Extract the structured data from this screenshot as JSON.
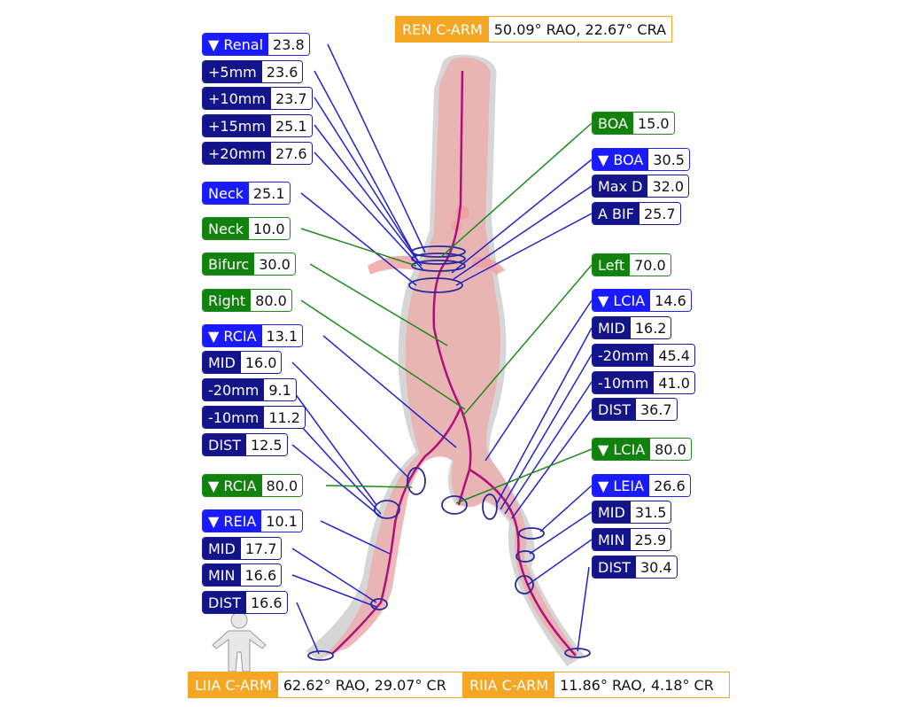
{
  "top_carm": {
    "label": "REN C-ARM",
    "value": "50.09° RAO, 22.67° CRA"
  },
  "bottom_left_carm": {
    "label": "LIIA C-ARM",
    "value": "62.62° RAO, 29.07° CR"
  },
  "bottom_right_carm": {
    "label": "RIIA C-ARM",
    "value": "11.86° RAO, 4.18° CR"
  },
  "left": {
    "renal": {
      "label": "▼ Renal",
      "value": "23.8"
    },
    "p5": {
      "label": "+5mm",
      "value": "23.6"
    },
    "p10": {
      "label": "+10mm",
      "value": "23.7"
    },
    "p15": {
      "label": "+15mm",
      "value": "25.1"
    },
    "p20": {
      "label": "+20mm",
      "value": "27.6"
    },
    "neck_d": {
      "label": "Neck",
      "value": "25.1"
    },
    "neck_l": {
      "label": "Neck",
      "value": "10.0"
    },
    "bifurc": {
      "label": "Bifurc",
      "value": "30.0"
    },
    "right": {
      "label": "Right",
      "value": "80.0"
    },
    "rcia": {
      "label": "▼ RCIA",
      "value": "13.1"
    },
    "rcia_mid": {
      "label": "MID",
      "value": "16.0"
    },
    "rcia_m20": {
      "label": "-20mm",
      "value": "9.1"
    },
    "rcia_m10": {
      "label": "-10mm",
      "value": "11.2"
    },
    "rcia_dist": {
      "label": "DIST",
      "value": "12.5"
    },
    "rcia_len": {
      "label": "▼ RCIA",
      "value": "80.0"
    },
    "reia": {
      "label": "▼ REIA",
      "value": "10.1"
    },
    "reia_mid": {
      "label": "MID",
      "value": "17.7"
    },
    "reia_min": {
      "label": "MIN",
      "value": "16.6"
    },
    "reia_dist": {
      "label": "DIST",
      "value": "16.6"
    }
  },
  "right": {
    "boa_l": {
      "label": "BOA",
      "value": "15.0"
    },
    "boa_d": {
      "label": "▼ BOA",
      "value": "30.5"
    },
    "maxd": {
      "label": "Max D",
      "value": "32.0"
    },
    "abif": {
      "label": "A BIF",
      "value": "25.7"
    },
    "left_len": {
      "label": "Left",
      "value": "70.0"
    },
    "lcia": {
      "label": "▼ LCIA",
      "value": "14.6"
    },
    "lcia_mid": {
      "label": "MID",
      "value": "16.2"
    },
    "lcia_m20": {
      "label": "-20mm",
      "value": "45.4"
    },
    "lcia_m10": {
      "label": "-10mm",
      "value": "41.0"
    },
    "lcia_dist": {
      "label": "DIST",
      "value": "36.7"
    },
    "lcia_len": {
      "label": "▼ LCIA",
      "value": "80.0"
    },
    "leia": {
      "label": "▼ LEIA",
      "value": "26.6"
    },
    "leia_mid": {
      "label": "MID",
      "value": "31.5"
    },
    "leia_min": {
      "label": "MIN",
      "value": "25.9"
    },
    "leia_dist": {
      "label": "DIST",
      "value": "30.4"
    }
  },
  "colors": {
    "diameter": "#1a1aff",
    "sub": "#13138a",
    "length": "#12820f",
    "carm": "#f5a623",
    "vessel": "#e8a0a0",
    "centerline": "#b0107a"
  }
}
